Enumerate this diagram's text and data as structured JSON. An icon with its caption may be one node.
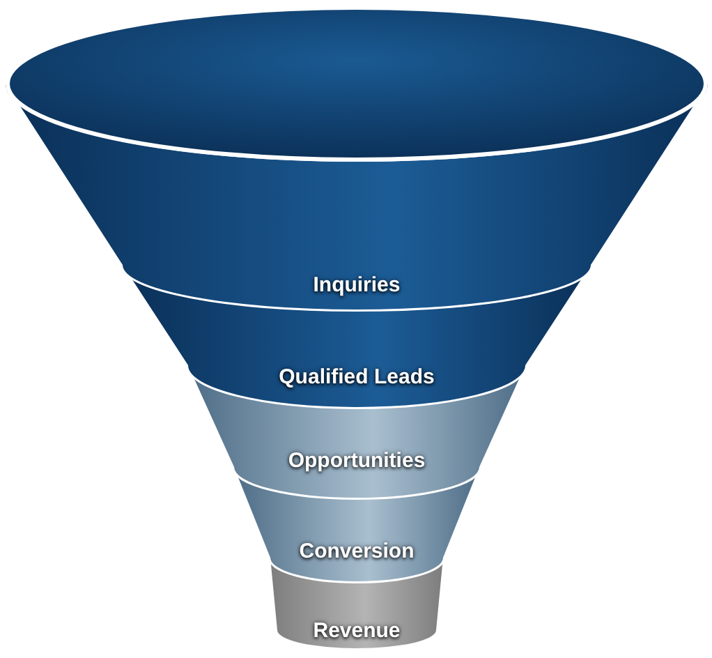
{
  "diagram": {
    "nodes": [
      {
        "text": [
          "Inquiries"
        ]
      },
      {
        "text": [
          "Qualified Leads"
        ]
      },
      {
        "text": [
          "Opportunities"
        ]
      },
      {
        "text": [
          "Conversion"
        ]
      },
      {
        "text": [
          "Revenue"
        ]
      }
    ]
  }
}
